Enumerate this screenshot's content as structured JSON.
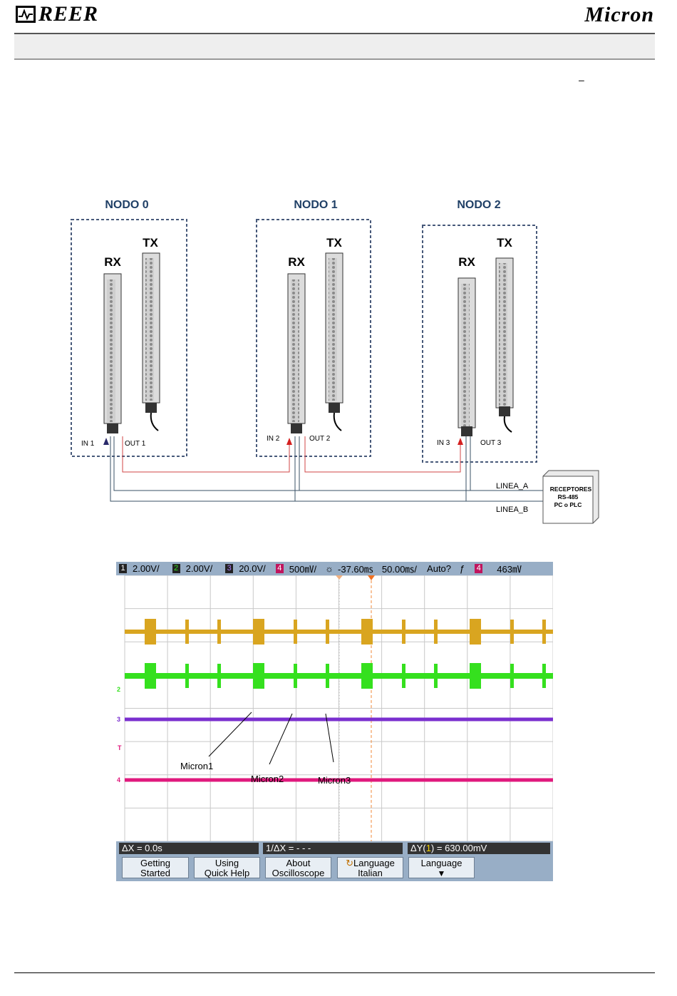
{
  "header": {
    "brand_left": "REER",
    "brand_right": "Micron",
    "page_mark": "–"
  },
  "diagram": {
    "nodes": [
      {
        "title": "NODO 0",
        "rx": "RX",
        "tx": "TX",
        "in_label": "IN 1",
        "out_label": "OUT 1"
      },
      {
        "title": "NODO 1",
        "rx": "RX",
        "tx": "TX",
        "in_label": "IN 2",
        "out_label": "OUT 2"
      },
      {
        "title": "NODO 2",
        "rx": "RX",
        "tx": "TX",
        "in_label": "IN 3",
        "out_label": "OUT 3"
      }
    ],
    "line_a": "LINEA_A",
    "line_b": "LINEA_B",
    "receiver_lines": [
      "RECEPTORES",
      "RS-485",
      "PC o PLC"
    ]
  },
  "oscilloscope": {
    "status": {
      "ch1_num": "1",
      "ch1": "2.00V/",
      "ch2_num": "2",
      "ch2": "2.00V/",
      "ch3_num": "3",
      "ch3": "20.0V/",
      "ch4_num": "4",
      "ch4": "500㎷/",
      "delay": "-37.60㎳",
      "timebase": "50.00㎳/",
      "mode": "Auto?",
      "trig_ch": "4",
      "trig_level": "463㎷"
    },
    "annotations": [
      "Micron1",
      "Micron2",
      "Micron3"
    ],
    "channel_markers": [
      "2",
      "3",
      "T",
      "4"
    ],
    "measurements": {
      "dx": "ΔX = 0.0s",
      "inv_dx": "1/ΔX = - - -",
      "dy_prefix": "ΔY(",
      "dy_ch": "1",
      "dy_suffix": ") = 630.00mV"
    },
    "softkeys": [
      {
        "line1": "Getting",
        "line2": "Started"
      },
      {
        "line1": "Using",
        "line2": "Quick Help"
      },
      {
        "line1": "About",
        "line2": "Oscilloscope"
      },
      {
        "line1": "Language",
        "line2": "Italian"
      },
      {
        "line1": "Language",
        "line2": ""
      }
    ],
    "colors": {
      "ch1": "#d9a520",
      "ch2": "#35e01e",
      "ch3": "#7a2fcf",
      "ch4": "#e0197d",
      "bar": "#98aec6"
    }
  }
}
